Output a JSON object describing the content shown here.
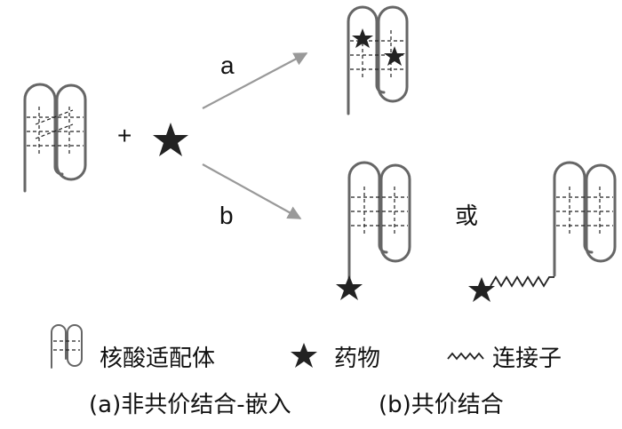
{
  "labels": {
    "plus": "+",
    "path_a": "a",
    "path_b": "b",
    "or": "或"
  },
  "legend": {
    "aptamer": "核酸适配体",
    "drug": "药物",
    "linker": "连接子"
  },
  "caption": {
    "a": "(a)非共价结合-嵌入",
    "b": "(b)共价结合"
  },
  "colors": {
    "aptamer_stroke": "#666666",
    "star_fill": "#222222",
    "arrow": "#999999"
  },
  "icons": [
    "aptamer-icon",
    "star-icon",
    "linker-wave-icon",
    "arrow-icon"
  ]
}
